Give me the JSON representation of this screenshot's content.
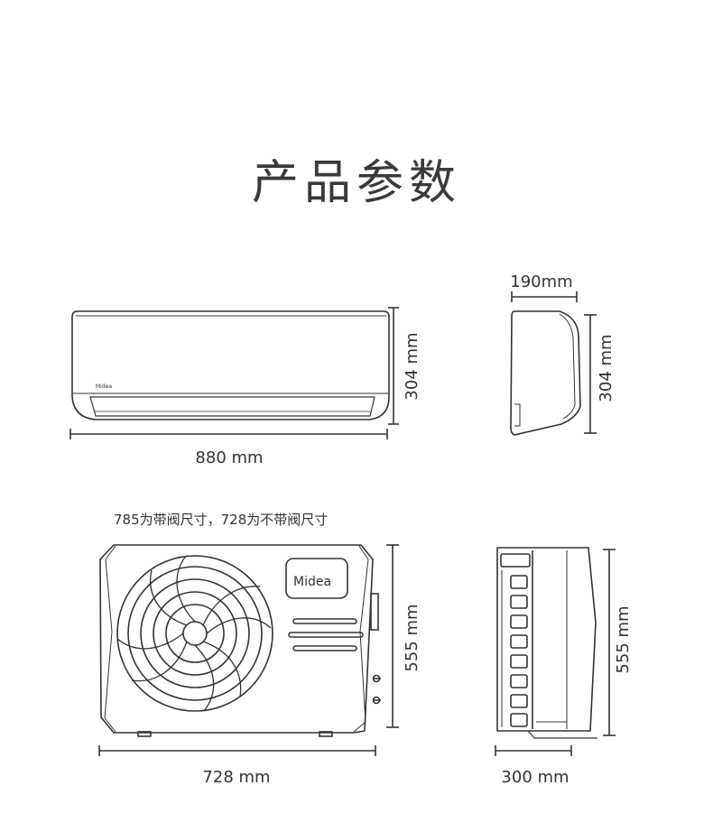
{
  "page": {
    "title": "产品参数"
  },
  "indoor_front": {
    "width_label": "880 mm",
    "height_label": "304 mm",
    "logo": "Midea"
  },
  "indoor_side": {
    "depth_label": "190mm",
    "height_label": "304 mm"
  },
  "outdoor": {
    "note": "785为带阀尺寸，728为不带阀尺寸",
    "width_label": "728 mm",
    "height_label": "555 mm",
    "logo": "Midea"
  },
  "outdoor_side": {
    "depth_label": "300 mm",
    "height_label": "555 mm"
  },
  "colors": {
    "line": "#333333",
    "text": "#333333",
    "background": "#ffffff"
  }
}
